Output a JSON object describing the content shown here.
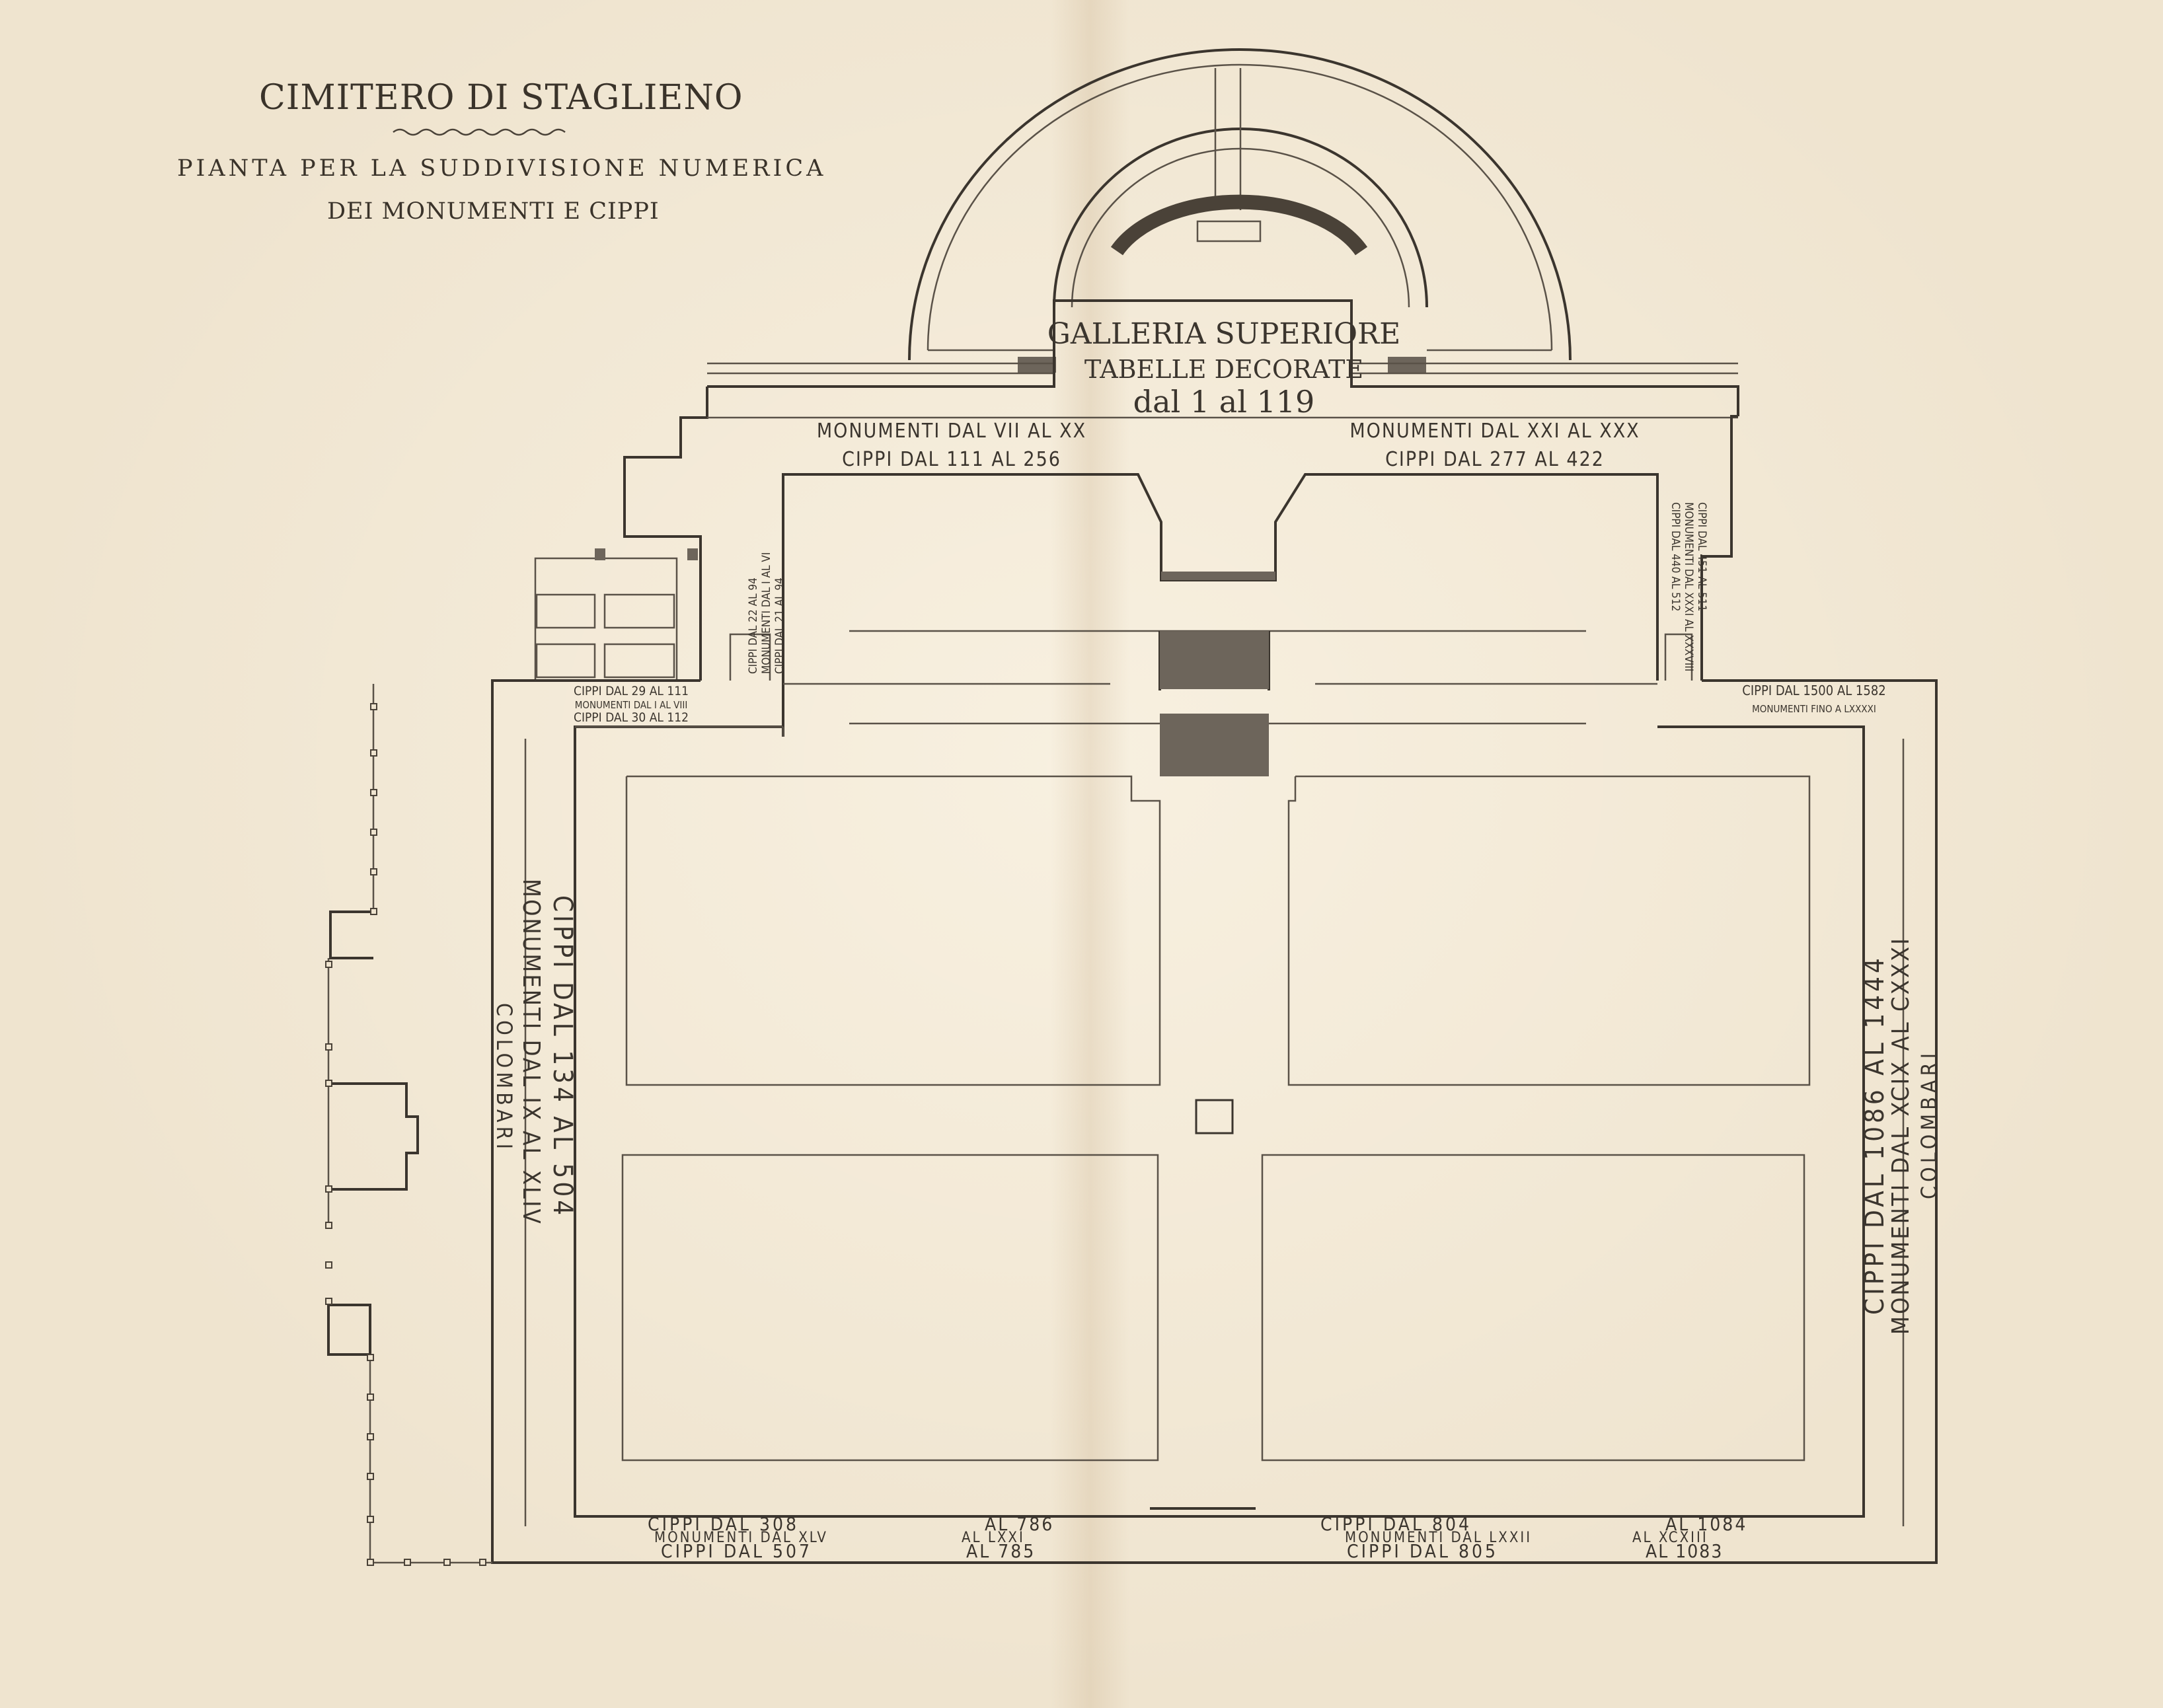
{
  "title": {
    "main": "CIMITERO DI STAGLIENO",
    "sub1": "PIANTA PER LA SUDDIVISIONE NUMERICA",
    "sub2": "DEI MONUMENTI E CIPPI"
  },
  "galleria": {
    "l1": "GALLERIA SUPERIORE",
    "l2": "TABELLE DECORATE",
    "l3": "dal 1 al 119"
  },
  "top_left": {
    "l1": "MONUMENTI DAL VII AL XX",
    "l2": "CIPPI DAL 111 AL 256"
  },
  "top_right": {
    "l1": "MONUMENTI DAL XXI AL XXX",
    "l2": "CIPPI DAL 277 AL 422"
  },
  "left_notch": {
    "l1": "CIPPI DAL 22 AL 94",
    "l2": "MONUMENTI DAL I AL VI",
    "l3": "CIPPI DAL 21 AL 94"
  },
  "right_notch": {
    "l1": "CIPPI DAL 440 AL 512",
    "l2": "MONUMENTI DAL XXXI AL XXXVIII",
    "l3": "CIPPI DAL 451 AL 511"
  },
  "left_corner": {
    "l1": "CIPPI DAL 29 AL 111",
    "l2": "MONUMENTI DAL I AL VIII",
    "l3": "CIPPI DAL 30 AL 112"
  },
  "right_corner": {
    "l1": "CIPPI DAL 1500 AL 1582",
    "l2": "MONUMENTI FINO A LXXXXI"
  },
  "left_side": {
    "l1": "CIPPI DAL 134 AL 504",
    "l2": "MONUMENTI DAL IX AL XLIV",
    "l3": "COLOMBARI"
  },
  "right_side": {
    "l1": "CIPPI DAL 1086 AL 1444",
    "l2": "MONUMENTI DAL XCIX AL CXXXI",
    "l3": "COLOMBARI"
  },
  "bottom_left": {
    "l1a": "CIPPI DAL 308",
    "l1b": "AL 786",
    "l2a": "MONUMENTI DAL XLV",
    "l2b": "AL LXXI",
    "l3a": "CIPPI DAL 507",
    "l3b": "AL 785"
  },
  "bottom_right": {
    "l1a": "CIPPI DAL 804",
    "l1b": "AL 1084",
    "l2a": "MONUMENTI DAL LXXII",
    "l2b": "AL XCXIII",
    "l3a": "CIPPI DAL 805",
    "l3b": "AL 1083"
  },
  "colors": {
    "paper": "#efe4cf",
    "ink": "#3b352e"
  }
}
